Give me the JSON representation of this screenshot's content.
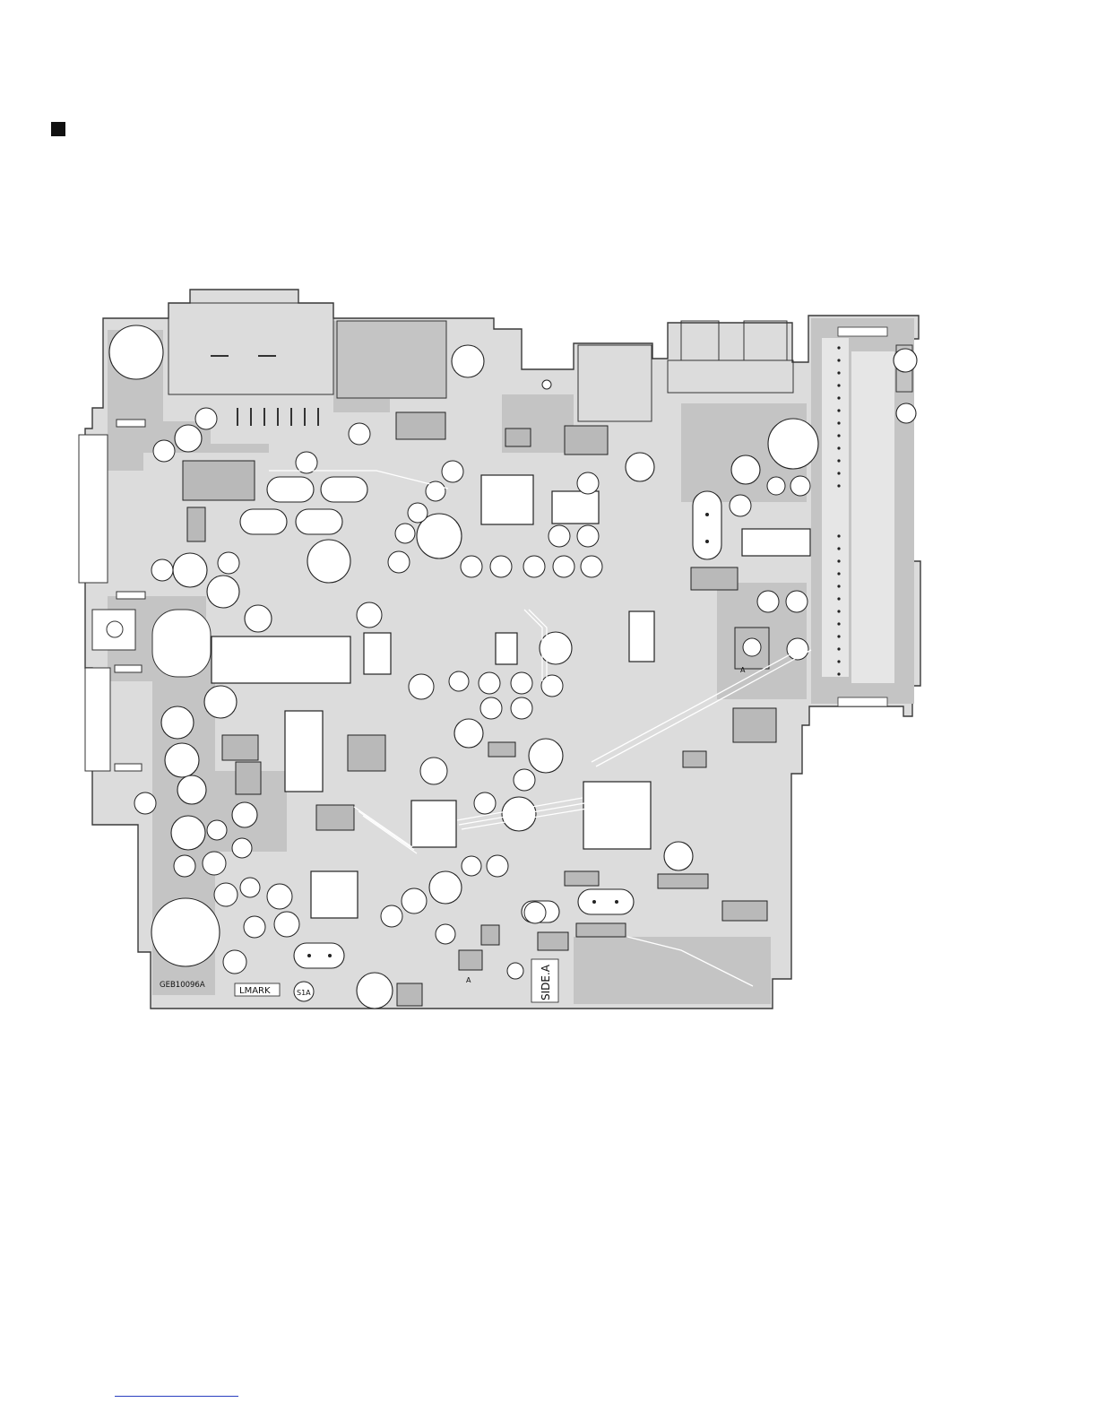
{
  "board": {
    "part_number": "GEB10096A",
    "lead_mark": "LMARK",
    "s1a_label": "S1A",
    "side_label": "SIDE.A",
    "ref_a_labels": [
      "A",
      "A"
    ]
  },
  "colors": {
    "copper": "#c9c9c9",
    "outline": "#3a3a3a",
    "ink": "#111111",
    "rule": "#2a3fbf"
  }
}
